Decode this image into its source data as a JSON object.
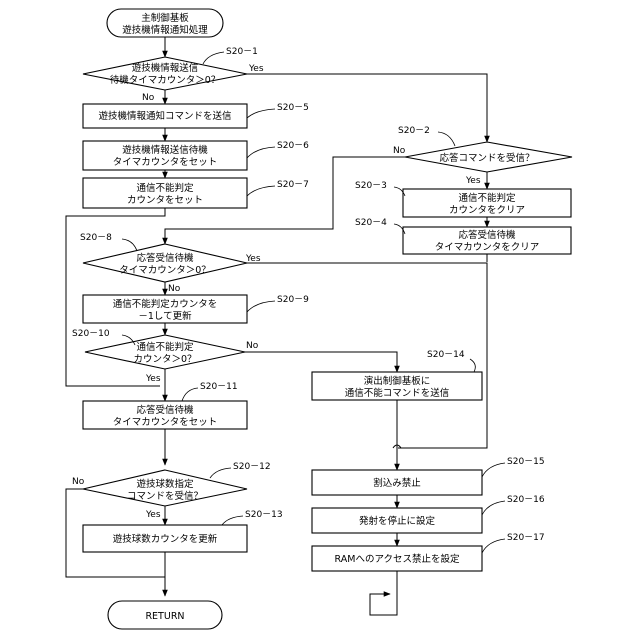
{
  "diagram": {
    "nodes": [
      {
        "id": "start",
        "lines": [
          "主制御基板",
          "遊技機情報通知処理"
        ]
      },
      {
        "id": "s20_1",
        "lines": [
          "遊技機情報送信",
          "待機タイマカウンタ＞0？"
        ]
      },
      {
        "id": "s20_5",
        "lines": [
          "遊技機情報通知コマンドを送信"
        ]
      },
      {
        "id": "s20_6",
        "lines": [
          "遊技機情報送信待機",
          "タイマカウンタをセット"
        ]
      },
      {
        "id": "s20_7",
        "lines": [
          "通信不能判定",
          "カウンタをセット"
        ]
      },
      {
        "id": "s20_8",
        "lines": [
          "応答受信待機",
          "タイマカウンタ＞0？"
        ]
      },
      {
        "id": "s20_9",
        "lines": [
          "通信不能判定カウンタを",
          "－1して更新"
        ]
      },
      {
        "id": "s20_10",
        "lines": [
          "通信不能判定",
          "カウンタ＞0？"
        ]
      },
      {
        "id": "s20_11",
        "lines": [
          "応答受信待機",
          "タイマカウンタをセット"
        ]
      },
      {
        "id": "s20_12",
        "lines": [
          "遊技球数指定",
          "コマンドを受信？"
        ]
      },
      {
        "id": "s20_13",
        "lines": [
          "遊技球数カウンタを更新"
        ]
      },
      {
        "id": "end",
        "lines": [
          "RETURN"
        ]
      },
      {
        "id": "s20_2",
        "lines": [
          "応答コマンドを受信？"
        ]
      },
      {
        "id": "s20_3",
        "lines": [
          "通信不能判定",
          "カウンタをクリア"
        ]
      },
      {
        "id": "s20_4",
        "lines": [
          "応答受信待機",
          "タイマカウンタをクリア"
        ]
      },
      {
        "id": "s20_14",
        "lines": [
          "演出制御基板に",
          "通信不能コマンドを送信"
        ]
      },
      {
        "id": "s20_15",
        "lines": [
          "割込み禁止"
        ]
      },
      {
        "id": "s20_16",
        "lines": [
          "発射を停止に設定"
        ]
      },
      {
        "id": "s20_17",
        "lines": [
          "RAMへのアクセス禁止を設定"
        ]
      }
    ],
    "step_labels": {
      "s20_1": "S20－1",
      "s20_2": "S20－2",
      "s20_3": "S20－3",
      "s20_4": "S20－4",
      "s20_5": "S20－5",
      "s20_6": "S20－6",
      "s20_7": "S20－7",
      "s20_8": "S20－8",
      "s20_9": "S20－9",
      "s20_10": "S20－10",
      "s20_11": "S20－11",
      "s20_12": "S20－12",
      "s20_13": "S20－13",
      "s20_14": "S20－14",
      "s20_15": "S20－15",
      "s20_16": "S20－16",
      "s20_17": "S20－17"
    },
    "branch_labels": {
      "yes": "Yes",
      "no": "No"
    }
  }
}
